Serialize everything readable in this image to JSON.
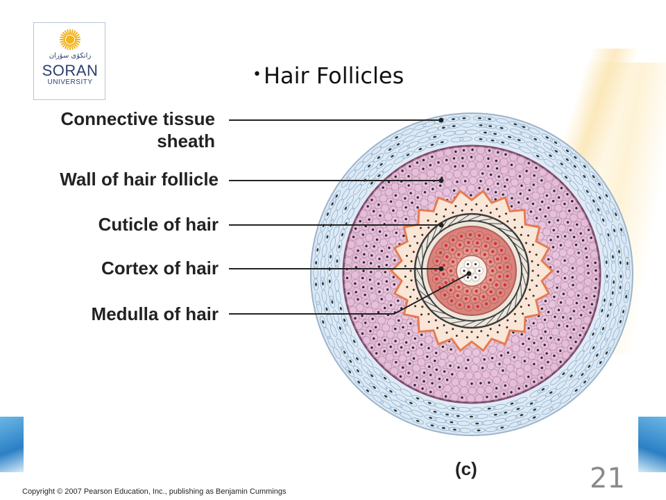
{
  "slide": {
    "title_bullet": "•",
    "title": "Hair Follicles",
    "page_number": "21",
    "copyright": "Copyright © 2007 Pearson Education, Inc., publishing as Benjamin Cummings"
  },
  "logo": {
    "arabic_text": "زانكۆی سۆران",
    "name": "SORAN",
    "subtitle": "UNIVERSITY",
    "sun_color": "#f2b321",
    "text_color": "#2a3f6e"
  },
  "figure": {
    "panel_letter": "(c)",
    "labels": {
      "connective_tissue_line1": "Connective tissue",
      "connective_tissue_line2": "sheath",
      "wall_of_hair_follicle": "Wall of hair follicle",
      "cuticle_of_hair": "Cuticle of hair",
      "cortex_of_hair": "Cortex of hair",
      "medulla_of_hair": "Medulla of hair"
    },
    "colors": {
      "connective_sheath": "#e3eef7",
      "follicle_wall": "#e9c7de",
      "cortex": "#df8e86",
      "medulla": "#f6efe6",
      "membrane": "#7a4a6e"
    }
  }
}
